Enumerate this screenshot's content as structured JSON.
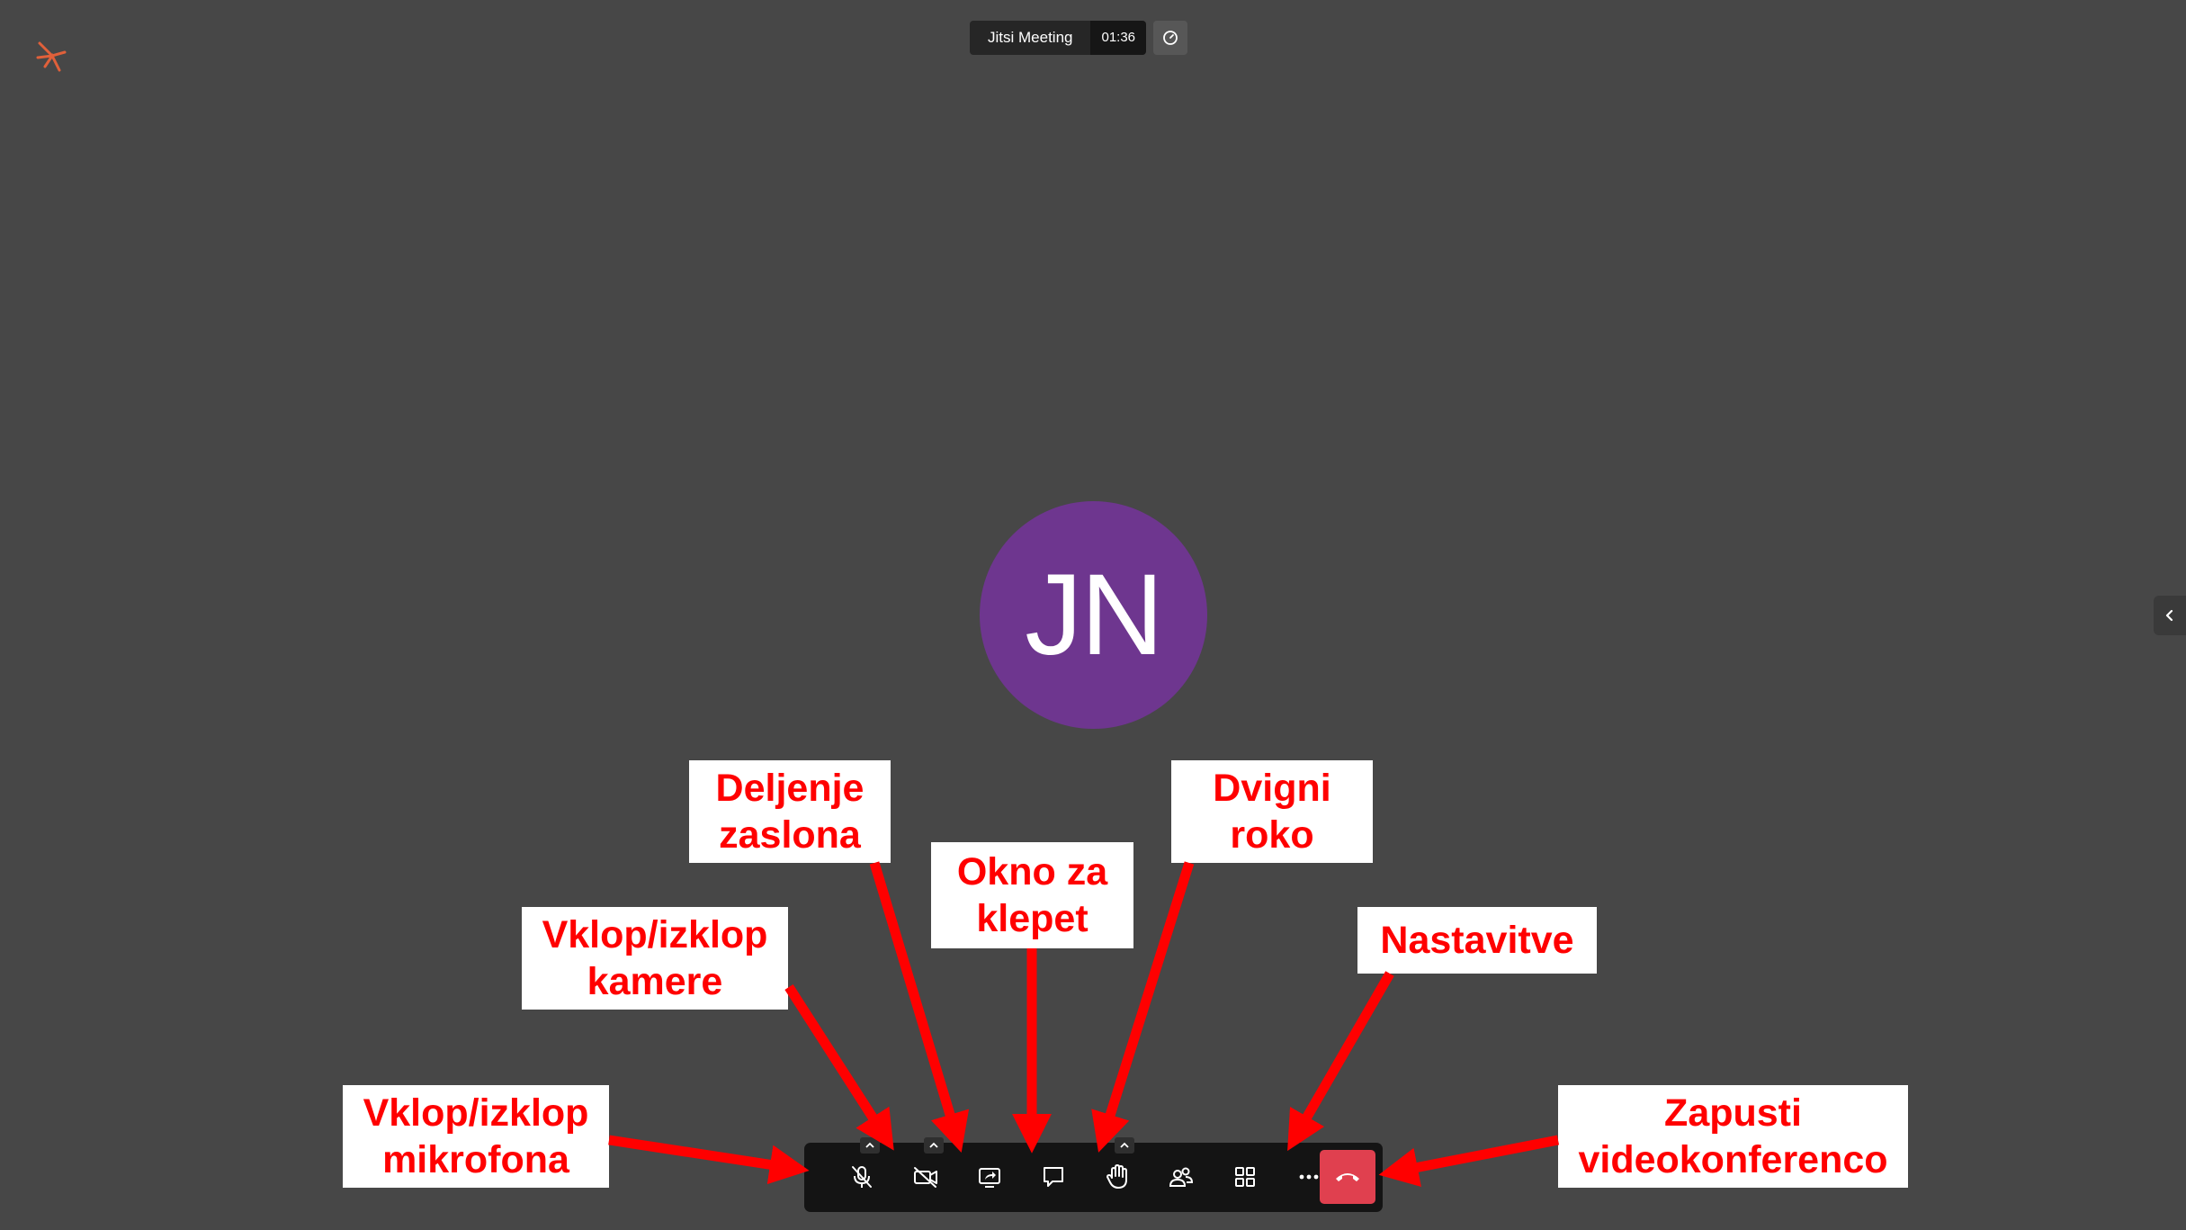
{
  "meeting": {
    "subject": "Jitsi Meeting",
    "timer": "01:36"
  },
  "participant": {
    "initials": "JN",
    "avatar_color": "#6e368f"
  },
  "toolbar": {
    "buttons": [
      {
        "name": "microphone-toggle",
        "icon": "mic-off-icon"
      },
      {
        "name": "camera-toggle",
        "icon": "camera-off-icon"
      },
      {
        "name": "screen-share",
        "icon": "screen-share-icon"
      },
      {
        "name": "chat",
        "icon": "chat-icon"
      },
      {
        "name": "raise-hand",
        "icon": "hand-icon"
      },
      {
        "name": "participants",
        "icon": "participants-icon"
      },
      {
        "name": "tile-view",
        "icon": "grid-icon"
      },
      {
        "name": "more-settings",
        "icon": "ellipsis-icon"
      },
      {
        "name": "leave",
        "icon": "hangup-icon"
      }
    ],
    "hangup_color": "#e0404f"
  },
  "annotations": {
    "mic": {
      "line1": "Vklop/izklop",
      "line2": "mikrofona"
    },
    "camera": {
      "line1": "Vklop/izklop",
      "line2": "kamere"
    },
    "screen": {
      "line1": "Deljenje",
      "line2": "zaslona"
    },
    "chat": {
      "line1": "Okno za",
      "line2": "klepet"
    },
    "hand": {
      "line1": "Dvigni",
      "line2": "roko"
    },
    "settings": {
      "line1": "Nastavitve"
    },
    "leave": {
      "line1": "Zapusti",
      "line2": "videokonferenco"
    },
    "label_color": "#ff0000"
  },
  "colors": {
    "background": "#474747",
    "toolbar": "#141414"
  }
}
